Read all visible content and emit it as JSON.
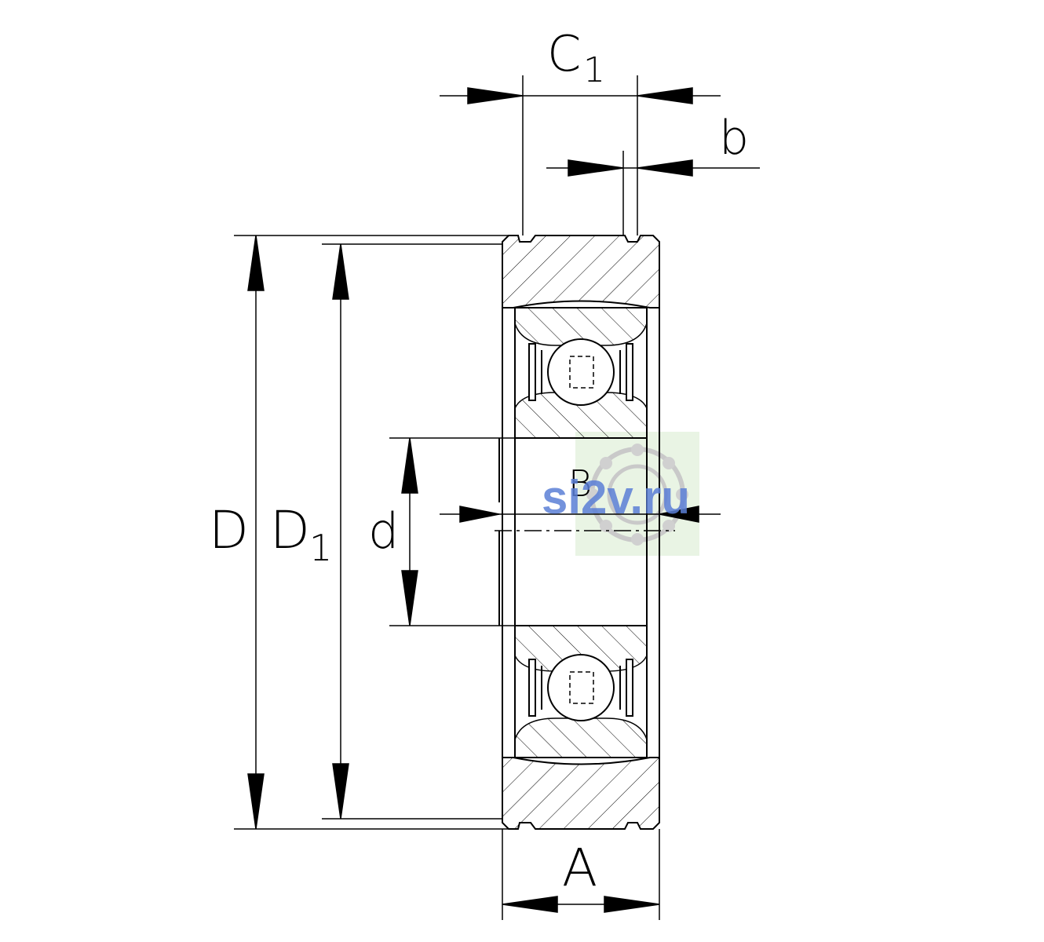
{
  "labels": {
    "C1_main": "C",
    "C1_sub": "1",
    "b": "b",
    "D": "D",
    "D1_main": "D",
    "D1_sub": "1",
    "d": "d",
    "B": "B",
    "A": "A"
  },
  "watermark": {
    "text": "si2v.ru",
    "color": "#5b7fd6",
    "logo_bg": "#e9f4e4"
  },
  "colors": {
    "line": "#000000",
    "background": "#ffffff"
  }
}
